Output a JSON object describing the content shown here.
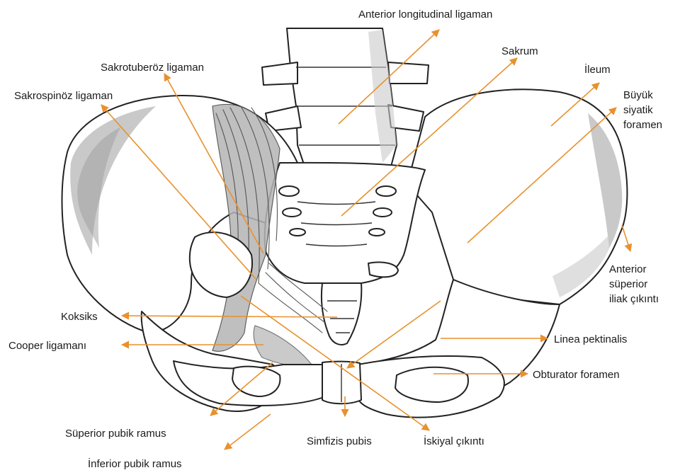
{
  "accent_color": "#e8912e",
  "labels": {
    "anterior_longitudinal": "Anterior longitudinal ligaman",
    "sakrum": "Sakrum",
    "sakrotuberoz": "Sakrotuberöz ligaman",
    "ileum": "İleum",
    "sakrospinoz": "Sakrospinöz ligaman",
    "buyuk_1": "Büyük",
    "buyuk_2": "siyatik",
    "buyuk_3": "foramen",
    "asis_1": "Anterior",
    "asis_2": "süperior",
    "asis_3": "iliak çıkıntı",
    "koksiks": "Koksiks",
    "linea": "Linea pektinalis",
    "cooper": "Cooper ligamanı",
    "obturator": "Obturator foramen",
    "superior_pubik": "Süperior pubik ramus",
    "simfizis": "Simfizis pubis",
    "iskiyal": "İskiyal çıkıntı",
    "inferior_pubik": "İnferior pubik ramus"
  }
}
